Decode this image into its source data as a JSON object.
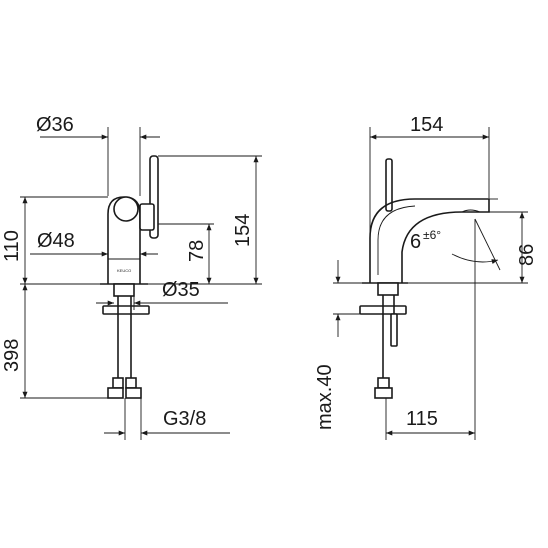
{
  "front_view": {
    "dim_top_diameter": "Ø36",
    "dim_body_diameter": "Ø48",
    "dim_base_diameter": "Ø35",
    "dim_left_height": "110",
    "dim_lower_height": "398",
    "dim_lever_height": "78",
    "dim_total_height": "154",
    "dim_connection": "G3/8",
    "brand_mark": "KEUCO"
  },
  "side_view": {
    "dim_width": "154",
    "dim_spout_height": "86",
    "dim_angle": "6",
    "dim_angle_tolerance": "±6°",
    "dim_max_thickness": "max.40",
    "dim_projection": "115"
  }
}
